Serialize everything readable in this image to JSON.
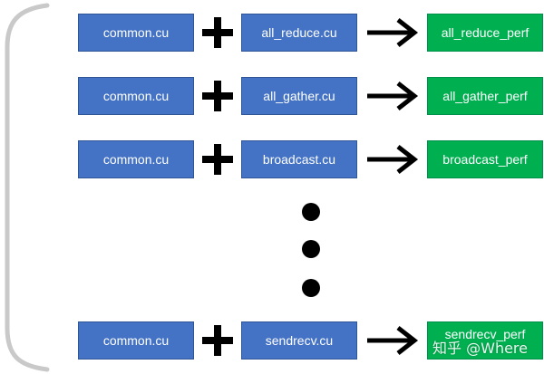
{
  "colors": {
    "blue": "#4472c4",
    "green": "#00b050",
    "bracket": "#c9c9c9"
  },
  "rows": [
    {
      "left": "common.cu",
      "middle": "all_reduce.cu",
      "right": "all_reduce_perf"
    },
    {
      "left": "common.cu",
      "middle": "all_gather.cu",
      "right": "all_gather_perf"
    },
    {
      "left": "common.cu",
      "middle": "broadcast.cu",
      "right": "broadcast_perf"
    },
    {
      "left": "common.cu",
      "middle": "sendrecv.cu",
      "right": "sendrecv_perf"
    }
  ],
  "operators": {
    "plus_icon": "plus-icon",
    "arrow_icon": "right-arrow-icon"
  },
  "ellipsis": "vertical-ellipsis",
  "watermark": "知乎 @Where"
}
